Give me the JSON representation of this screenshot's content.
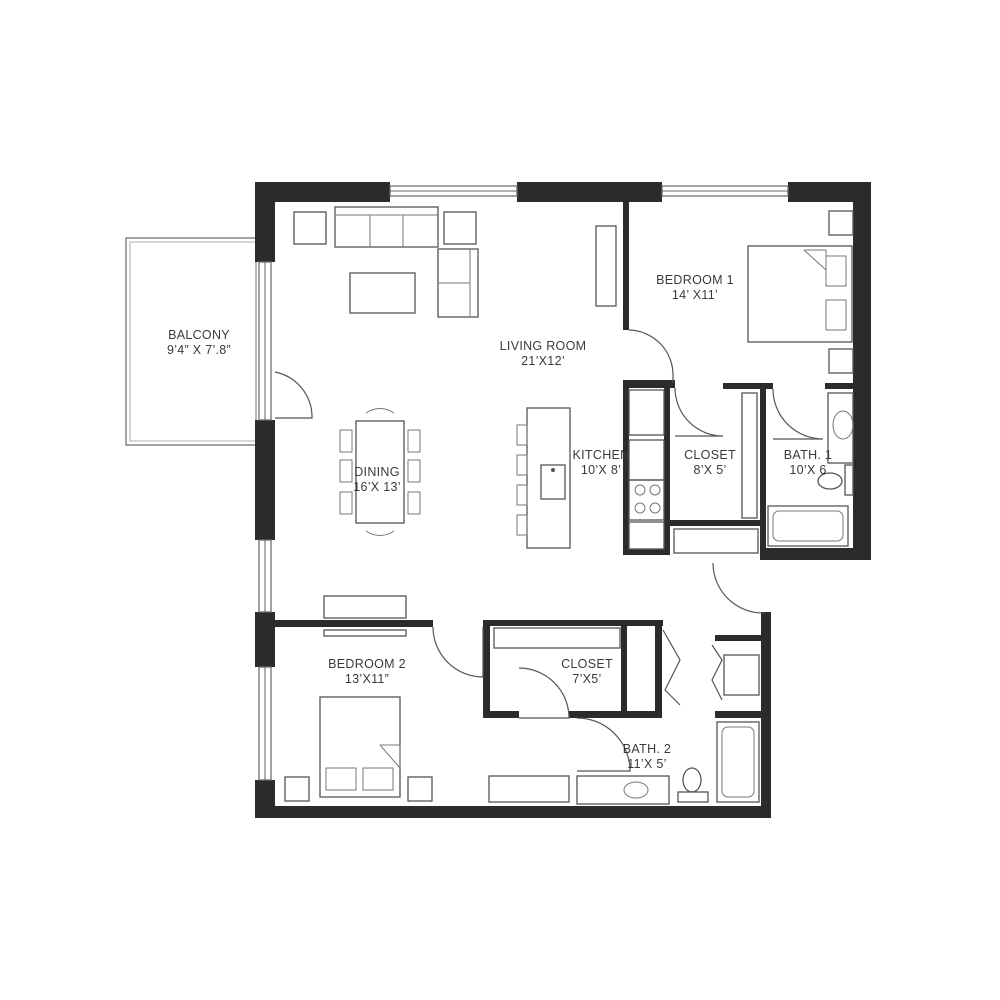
{
  "rooms": {
    "balcony": {
      "name": "BALCONY",
      "size": "9’4” X 7’.8”"
    },
    "living": {
      "name": "LIVING ROOM",
      "size": "21’X12’"
    },
    "bedroom1": {
      "name": "BEDROOM 1",
      "size": "14’ X11’"
    },
    "dining": {
      "name": "DINING",
      "size": "16’X 13’"
    },
    "kitchen": {
      "name": "KITCHEN",
      "size": "10’X 8’"
    },
    "closet1": {
      "name": "CLOSET",
      "size": "8’X 5’"
    },
    "bath1": {
      "name": "BATH. 1",
      "size": "10’X 6"
    },
    "bedroom2": {
      "name": "BEDROOM 2",
      "size": "13’X11”"
    },
    "closet2": {
      "name": "CLOSET",
      "size": "7’X5’"
    },
    "bath2": {
      "name": "BATH. 2",
      "size": "11’X 5’"
    }
  }
}
